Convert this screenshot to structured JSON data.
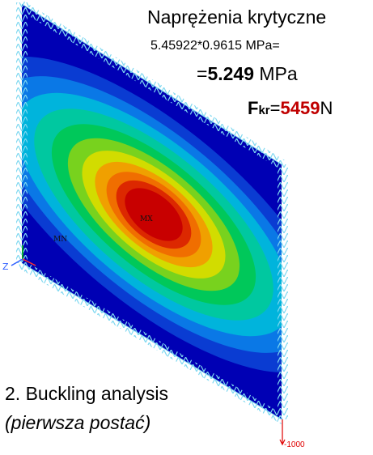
{
  "texts": {
    "title": "Naprężenia krytyczne",
    "formula": "5.45922*0.9615 MPa=",
    "result_eq": "=",
    "result_value": "5.249",
    "result_unit": " MPa",
    "force_F": "F",
    "force_sub": "kr",
    "force_eq": "=",
    "force_value": "5459",
    "force_unit": "N",
    "analysis": "2. Buckling analysis",
    "shape": "(pierwsza postać)"
  },
  "plot": {
    "max_label": "MX",
    "min_label": "MN",
    "load_label": "-1000",
    "contour_colors": [
      "#0000b4",
      "#0a3cd2",
      "#0a78e6",
      "#00b4dc",
      "#00c8a0",
      "#00c85a",
      "#78d21e",
      "#d2dc00",
      "#f0a000",
      "#f06e00",
      "#dc2800",
      "#c80000"
    ],
    "support_color": "#7fd8f0",
    "load_color": "#e00000",
    "axis_colors": {
      "x": "#ff3030",
      "y": "#00c800",
      "z": "#3060ff"
    }
  }
}
